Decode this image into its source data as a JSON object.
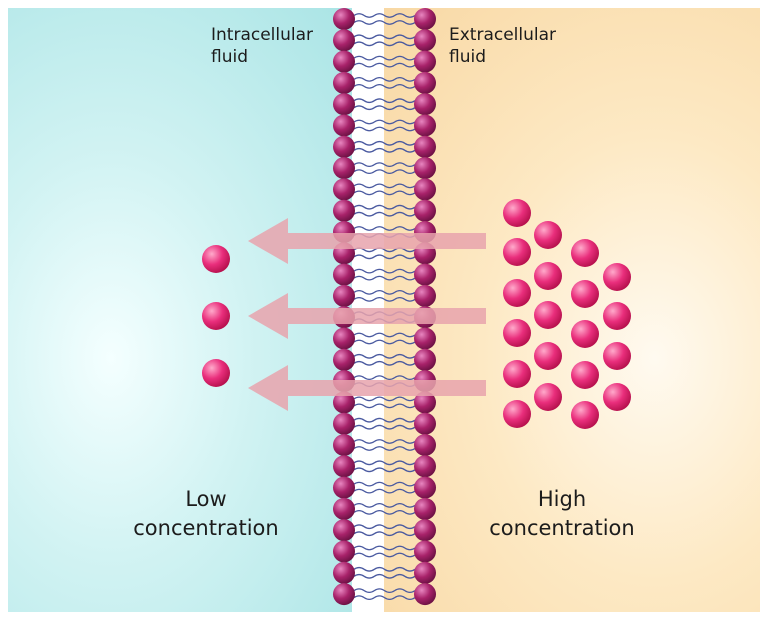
{
  "labels": {
    "intracellular": [
      "Intracellular",
      "fluid"
    ],
    "extracellular": [
      "Extracellular",
      "fluid"
    ],
    "low": [
      "Low",
      "concentration"
    ],
    "high": [
      "High",
      "concentration"
    ]
  },
  "colors": {
    "molecule": "#e32d78",
    "phospholipid_head": "#9c1f5e",
    "lipid_tail": "#4a5aa0",
    "arrow": "#e7a3ad",
    "intracellular_fluid": "#a9e4e5",
    "extracellular_fluid": "#f8d8a4"
  },
  "arrows": {
    "direction": "right-to-left",
    "count": 3
  },
  "molecules": {
    "low_side_count": 3,
    "high_side_count": 20
  }
}
